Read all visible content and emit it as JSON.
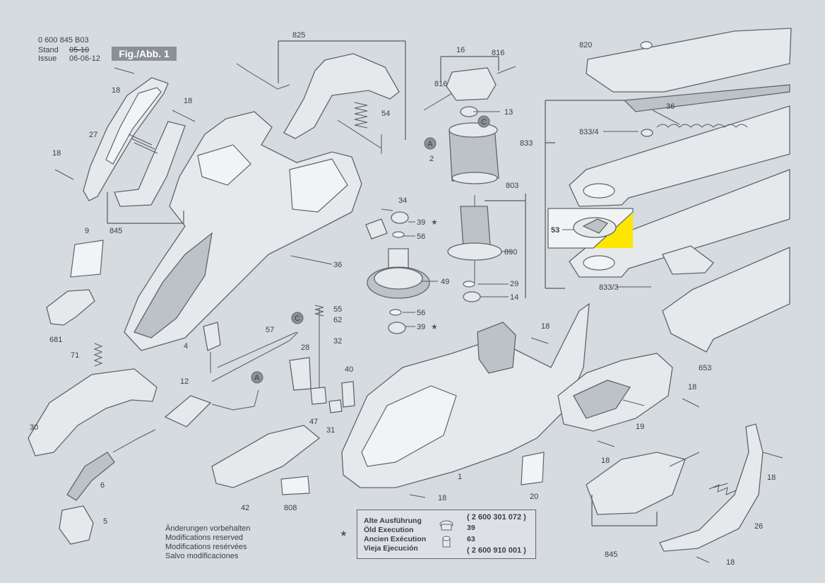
{
  "header": {
    "doc_number": "0 600 845 B03",
    "stand_label": "Stand",
    "issue_label": "Issue",
    "issue_old_date": "05-10",
    "issue_date": "06-06-12",
    "fig_label": "Fig./Abb. 1"
  },
  "notes": [
    "Änderungen vorbehalten",
    "Modifications reserved",
    "Modifications resérvées",
    "Salvo modificaciones"
  ],
  "legend": {
    "star": "★",
    "labels": [
      "Alte Ausführung",
      "Öld Execution",
      "Ancien Exécution",
      "Vieja Ejecución"
    ],
    "part_old": "( 2 600 301 072 )",
    "part_new": "( 2 600 910 001 )",
    "item_39": "39",
    "item_63": "63"
  },
  "highlight": {
    "label": "53",
    "color": "#ffe600"
  },
  "callouts": {
    "c825": "825",
    "c16": "16",
    "c816a": "816",
    "c816b": "816",
    "c820": "820",
    "c18a": "18",
    "c18b": "18",
    "c18c": "18",
    "c18d": "18",
    "c18e": "18",
    "c18f": "18",
    "c18g": "18",
    "c18h": "18",
    "c18i": "18",
    "c27": "27",
    "c54": "54",
    "c13": "13",
    "c36a": "36",
    "c36b": "36",
    "c833": "833",
    "c833_4": "833/4",
    "c833_3": "833/3",
    "c2": "2",
    "c803": "803",
    "c34": "34",
    "c39a": "39",
    "c39b": "39",
    "c56a": "56",
    "c56b": "56",
    "c845a": "845",
    "c845b": "845",
    "c9": "9",
    "c890": "890",
    "c29": "29",
    "c14": "14",
    "c49": "49",
    "c681": "681",
    "c55": "55",
    "c62": "62",
    "c57": "57",
    "c32": "32",
    "c4": "4",
    "c28": "28",
    "c71": "71",
    "c40": "40",
    "c653": "653",
    "c12": "12",
    "c19": "19",
    "c47": "47",
    "c31": "31",
    "c30": "30",
    "c6": "6",
    "c1": "1",
    "c42": "42",
    "c808": "808",
    "c20": "20",
    "c5": "5",
    "c26": "26",
    "mA": "A",
    "mC": "C"
  }
}
